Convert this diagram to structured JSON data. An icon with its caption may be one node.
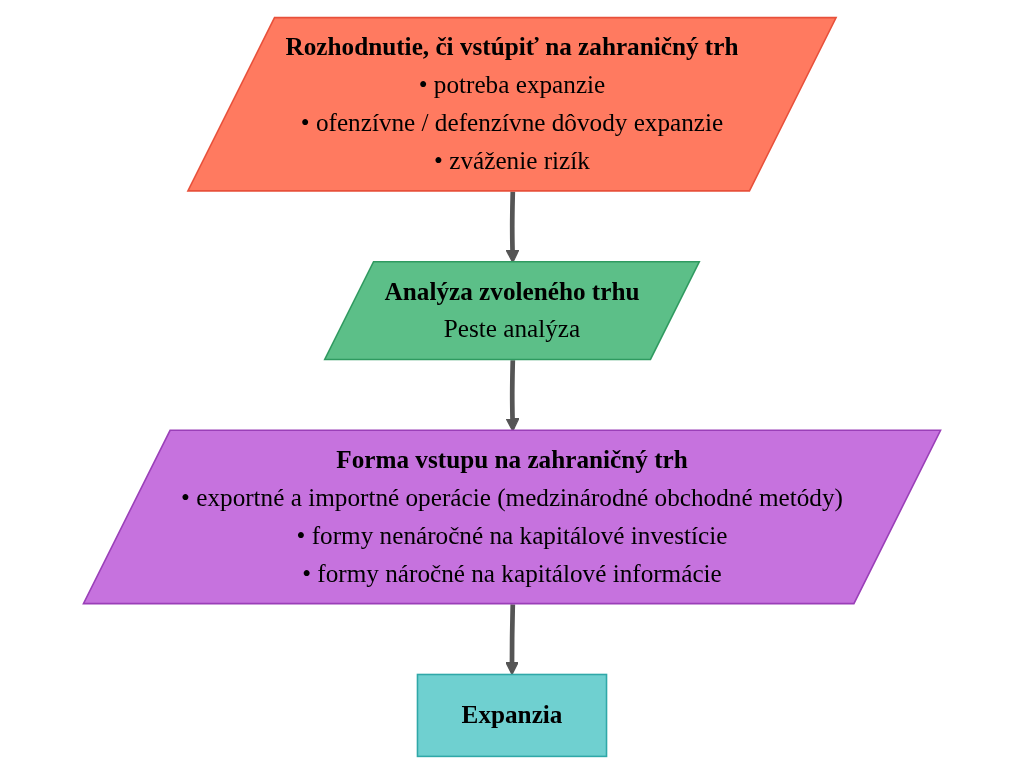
{
  "diagram": {
    "nodes": [
      {
        "text": [
          "Rozhodnutie, či vstúpiť na zahraničný trh",
          "• potreba expanzie",
          "• ofenzívne / defenzívne dôvody expanzie",
          "• zváženie rizík"
        ]
      },
      {
        "text": [
          "Analýza zvoleného trhu",
          "Peste analýza"
        ]
      },
      {
        "text": [
          "Forma vstupu na zahraničný trh",
          "• exportné a importné operácie (medzinárodné obchodné metódy)",
          "• formy nenáročné na kapitálové investície",
          "• formy náročné na kapitálové informácie"
        ]
      },
      {
        "text": [
          "Expanzia"
        ]
      }
    ],
    "edges": [
      {
        "from": 0,
        "to": 1,
        "arrow": "to"
      },
      {
        "from": 1,
        "to": 2,
        "arrow": "to"
      },
      {
        "from": 2,
        "to": 3,
        "arrow": "to"
      }
    ]
  }
}
